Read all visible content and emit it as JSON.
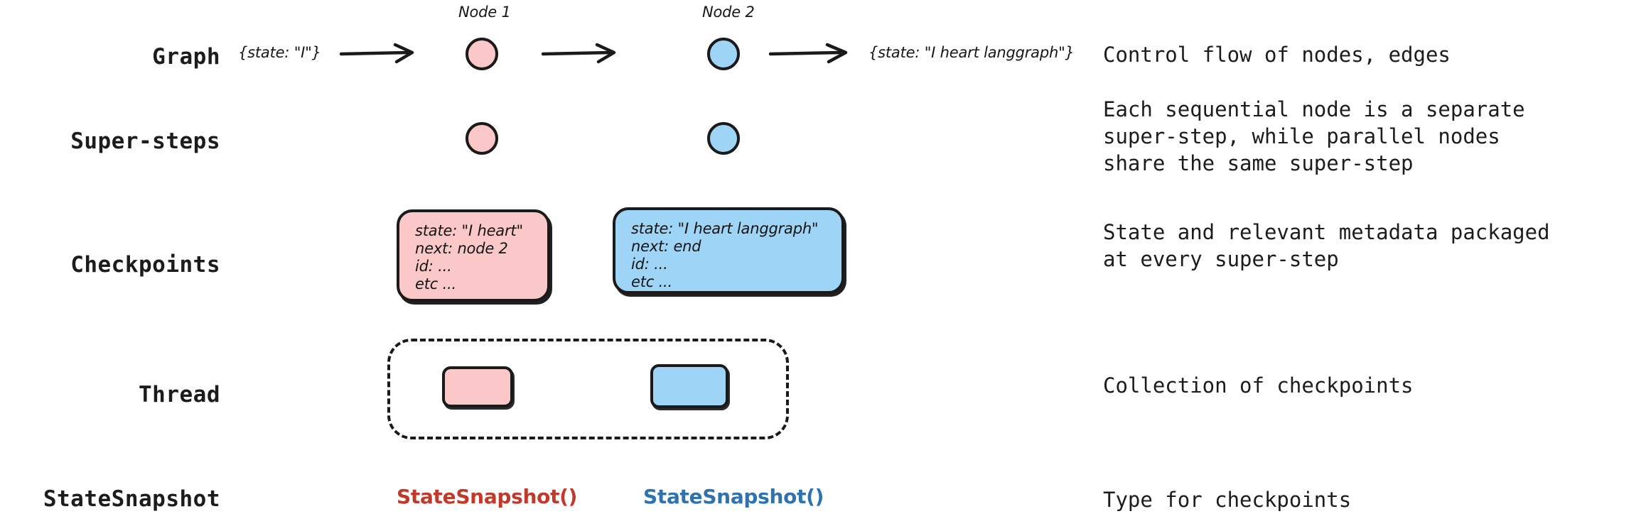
{
  "rows": [
    {
      "key": "graph",
      "label": "Graph",
      "description": [
        "Control flow of nodes, edges"
      ]
    },
    {
      "key": "super_steps",
      "label": "Super-steps",
      "description": [
        "Each sequential node is a separate",
        "super-step, while parallel nodes",
        "share the same super-step"
      ]
    },
    {
      "key": "checkpoints",
      "label": "Checkpoints",
      "description": [
        "State and relevant metadata packaged",
        "at every super-step"
      ]
    },
    {
      "key": "thread",
      "label": "Thread",
      "description": [
        "Collection of checkpoints"
      ]
    },
    {
      "key": "state_snapshot",
      "label": "StateSnapshot",
      "description": [
        "Type for checkpoints"
      ]
    }
  ],
  "graph_row": {
    "input_state": "{state: \"I\"}",
    "output_state": "{state: \"I heart langgraph\"}",
    "node1_label": "Node 1",
    "node2_label": "Node 2"
  },
  "checkpoints": {
    "pink": {
      "lines": [
        "state: \"I heart\"",
        "next: node 2",
        "id: ...",
        "etc ..."
      ]
    },
    "blue": {
      "lines": [
        "state: \"I heart langgraph\"",
        "next: end",
        "id: ...",
        "etc ..."
      ]
    }
  },
  "state_snapshot_row": {
    "pink_label": "StateSnapshot()",
    "blue_label": "StateSnapshot()"
  },
  "colors": {
    "pink_fill": "#fac8c8",
    "blue_fill": "#9ed4f5",
    "stroke": "#1a1a1a",
    "text": "#1c1c1c",
    "snapshot_red": "#c0392b",
    "snapshot_blue": "#2e72b0",
    "background": "#ffffff"
  }
}
